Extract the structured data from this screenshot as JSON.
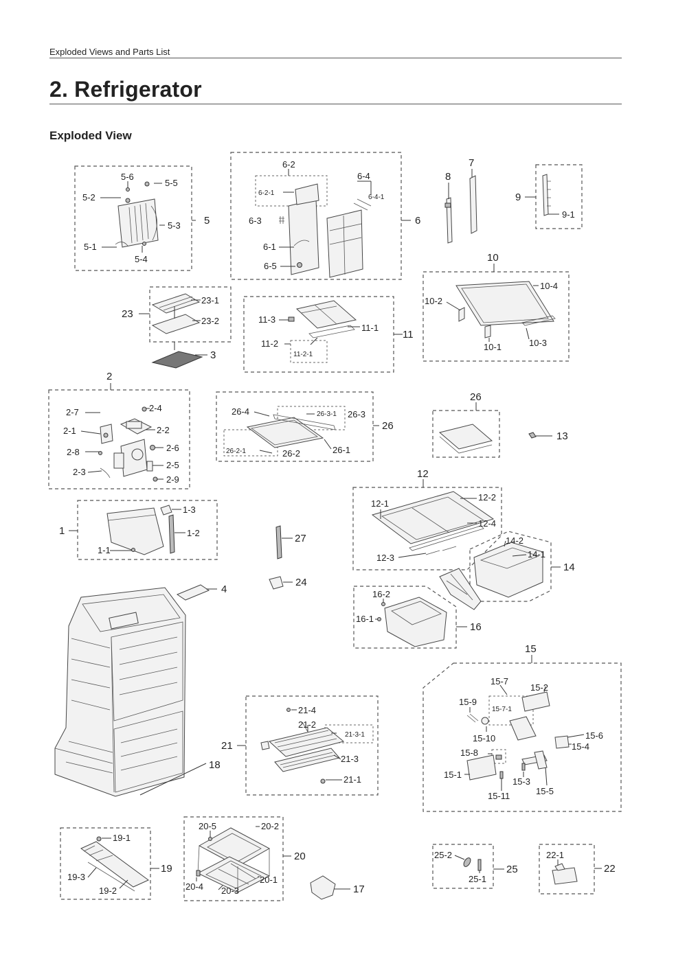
{
  "header": {
    "section": "Exploded Views and Parts List"
  },
  "page_title": "2.  Refrigerator",
  "subtitle": "Exploded View",
  "groups": {
    "g5": [
      "5",
      "5-1",
      "5-2",
      "5-3",
      "5-4",
      "5-5",
      "5-6"
    ],
    "g6": [
      "6",
      "6-1",
      "6-2",
      "6-2-1",
      "6-3",
      "6-4",
      "6-4-1",
      "6-5"
    ],
    "g7": [
      "7"
    ],
    "g8": [
      "8"
    ],
    "g9": [
      "9",
      "9-1"
    ],
    "g10": [
      "10",
      "10-1",
      "10-2",
      "10-3",
      "10-4"
    ],
    "g23": [
      "23",
      "23-1",
      "23-2"
    ],
    "g3": [
      "3"
    ],
    "g11": [
      "11",
      "11-1",
      "11-2",
      "11-2-1",
      "11-3"
    ],
    "g2": [
      "2",
      "2-1",
      "2-2",
      "2-3",
      "2-4",
      "2-5",
      "2-6",
      "2-7",
      "2-8",
      "2-9"
    ],
    "g26a": [
      "26",
      "26-1",
      "26-2",
      "26-2-1",
      "26-3",
      "26-3-1",
      "26-4"
    ],
    "g26b": [
      "26"
    ],
    "g13": [
      "13"
    ],
    "g12": [
      "12",
      "12-1",
      "12-2",
      "12-3",
      "12-4"
    ],
    "g1": [
      "1",
      "1-1",
      "1-2",
      "1-3"
    ],
    "g27": [
      "27"
    ],
    "g24": [
      "24"
    ],
    "g4": [
      "4"
    ],
    "g14": [
      "14",
      "14-1",
      "14-2"
    ],
    "g16": [
      "16",
      "16-1",
      "16-2"
    ],
    "g15": [
      "15",
      "15-1",
      "15-2",
      "15-3",
      "15-4",
      "15-5",
      "15-6",
      "15-7",
      "15-7-1",
      "15-8",
      "15-9",
      "15-10",
      "15-11"
    ],
    "g18": [
      "18"
    ],
    "g21": [
      "21",
      "21-1",
      "21-2",
      "21-3",
      "21-3-1",
      "21-4"
    ],
    "g19": [
      "19",
      "19-1",
      "19-2",
      "19-3"
    ],
    "g20": [
      "20",
      "20-1",
      "20-2",
      "20-3",
      "20-4",
      "20-5"
    ],
    "g17": [
      "17"
    ],
    "g25": [
      "25",
      "25-1",
      "25-2"
    ],
    "g22": [
      "22",
      "22-1"
    ]
  }
}
